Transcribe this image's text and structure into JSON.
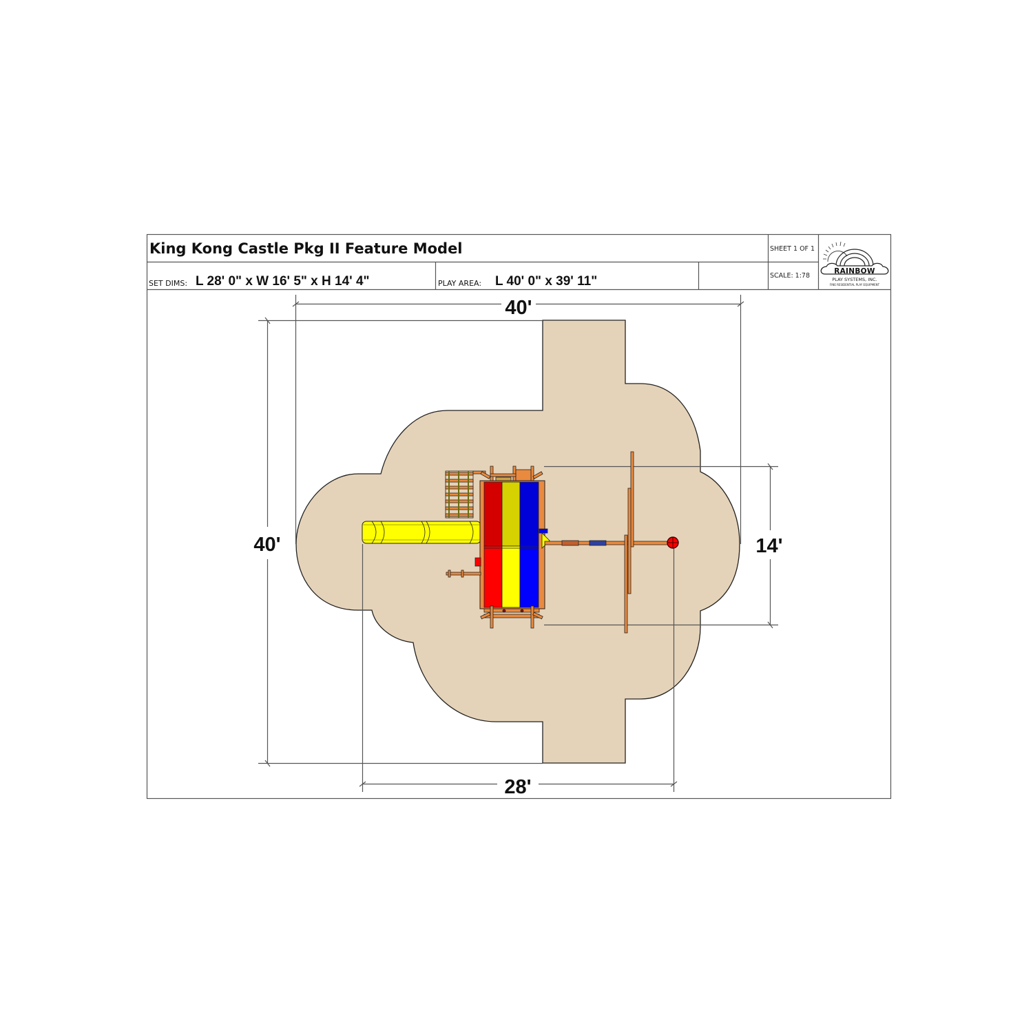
{
  "title_block": {
    "title": "King Kong Castle Pkg II Feature Model",
    "set_dims_label": "SET DIMS:",
    "set_dims_value": "L 28' 0\" x W 16' 5\" x H 14' 4\"",
    "play_area_label": "PLAY AREA:",
    "play_area_value": "L 40' 0\" x 39' 11\"",
    "sheet": "SHEET 1 OF 1",
    "scale": "SCALE: 1:78",
    "logo": {
      "brand": "RAINBOW",
      "line1": "PLAY SYSTEMS, INC.",
      "line2": "FINE RESIDENTIAL PLAY EQUIPMENT",
      "icon": "rainbow-sun-cloud-logo-icon"
    }
  },
  "dimensions": {
    "play_area_width": "40'",
    "play_area_length": "40'",
    "set_length": "28'",
    "set_width": "14'"
  },
  "colors": {
    "play_area_fill": "#e5d3b9",
    "outline": "#222222",
    "dim_line": "#555555",
    "roof_red": "#ff0000",
    "roof_red_dark": "#d40000",
    "roof_yellow": "#ffff00",
    "roof_yellow_dark": "#d6d100",
    "roof_blue": "#0000ff",
    "roof_blue_dark": "#0000d8",
    "wood": "#e98a3f",
    "slide_yellow": "#ffff00"
  },
  "drawing": {
    "components": [
      {
        "name": "tube-slide",
        "color": "yellow"
      },
      {
        "name": "tower-roof",
        "stripes": [
          "red",
          "yellow",
          "blue"
        ]
      },
      {
        "name": "climbing-ladder"
      },
      {
        "name": "swing-beam"
      },
      {
        "name": "tire-swing",
        "color": "red"
      }
    ]
  }
}
